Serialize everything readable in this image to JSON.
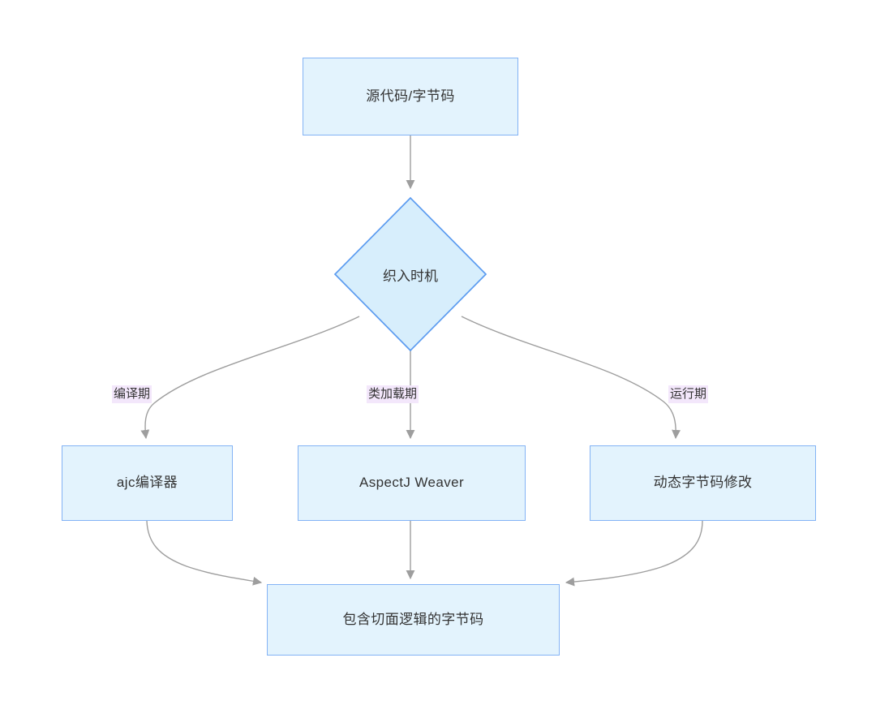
{
  "diagram": {
    "type": "flowchart",
    "direction": "top-down",
    "background_color": "#ffffff",
    "node_fill_color": "#e3f3fd",
    "node_border_color": "#83b3f5",
    "edge_color": "#9e9e9e",
    "edge_label_background": "#f3e7fb",
    "text_color": "#333333",
    "nodes": {
      "source": {
        "label": "源代码/字节码",
        "shape": "rectangle"
      },
      "decision": {
        "label": "织入时机",
        "shape": "diamond"
      },
      "ajc": {
        "label": "ajc编译器",
        "shape": "rectangle"
      },
      "weaver": {
        "label": "AspectJ Weaver",
        "shape": "rectangle"
      },
      "dynamic": {
        "label": "动态字节码修改",
        "shape": "rectangle"
      },
      "result": {
        "label": "包含切面逻辑的字节码",
        "shape": "rectangle"
      }
    },
    "edges": [
      {
        "from": "source",
        "to": "decision",
        "label": ""
      },
      {
        "from": "decision",
        "to": "ajc",
        "label": "编译期"
      },
      {
        "from": "decision",
        "to": "weaver",
        "label": "类加载期"
      },
      {
        "from": "decision",
        "to": "dynamic",
        "label": "运行期"
      },
      {
        "from": "ajc",
        "to": "result",
        "label": ""
      },
      {
        "from": "weaver",
        "to": "result",
        "label": ""
      },
      {
        "from": "dynamic",
        "to": "result",
        "label": ""
      }
    ]
  }
}
